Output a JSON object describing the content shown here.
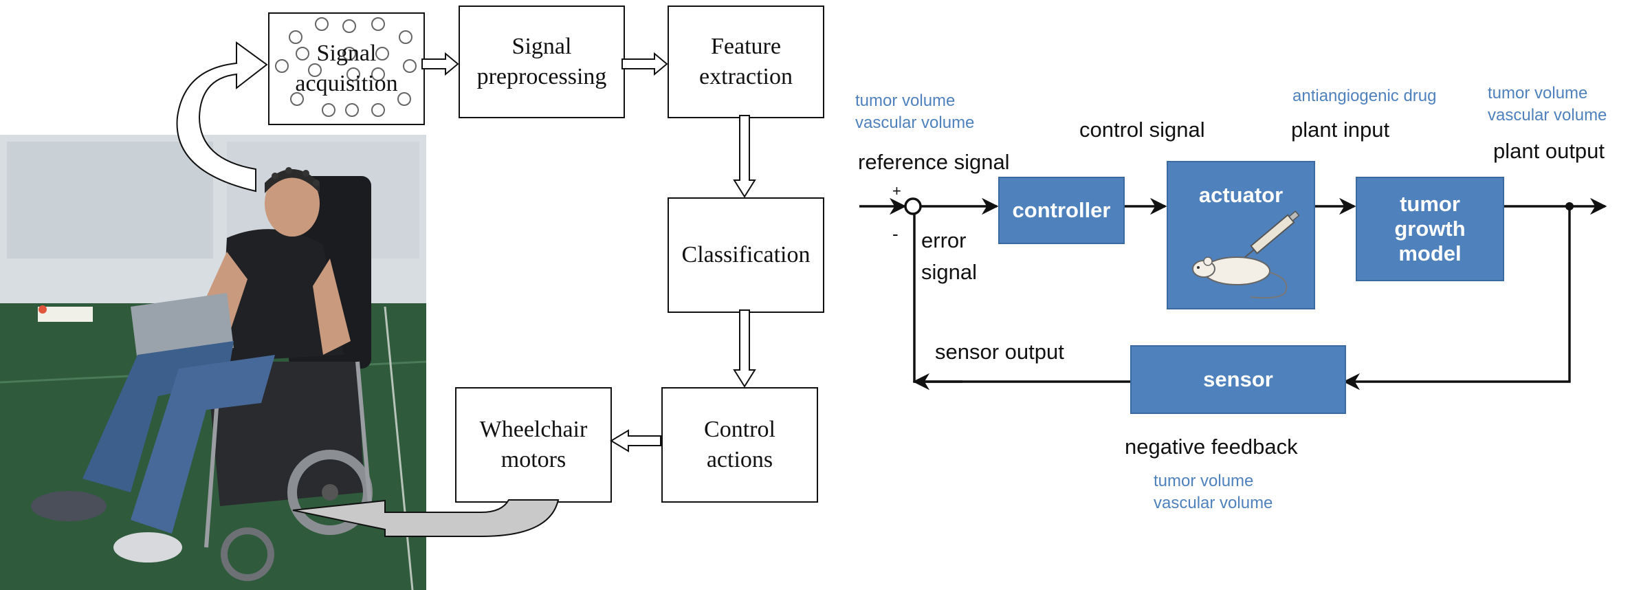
{
  "bci_pipeline": {
    "signal_acquisition": "Signal\nacquisition",
    "signal_preprocessing": "Signal\npreprocessing",
    "feature_extraction": "Feature\nextraction",
    "classification": "Classification",
    "control_actions": "Control\nactions",
    "wheelchair_motors": "Wheelchair\nmotors"
  },
  "control_loop": {
    "blocks": {
      "controller": "controller",
      "actuator": "actuator",
      "plant": "tumor\ngrowth\nmodel",
      "sensor": "sensor"
    },
    "labels": {
      "reference_signal": "reference signal",
      "control_signal": "control signal",
      "plant_input": "plant input",
      "plant_output": "plant output",
      "error_signal": "error\nsignal",
      "sensor_output": "sensor output",
      "negative_feedback": "negative feedback",
      "plus": "+",
      "minus": "-"
    },
    "annotations": {
      "reference": "tumor volume\nvascular volume",
      "plant_input": "antiangiogenic drug",
      "plant_output": "tumor volume\nvascular volume",
      "feedback": "tumor volume\nvascular volume"
    }
  },
  "colors": {
    "block_fill": "#4f81bd",
    "annotation_text": "#4f81bd"
  }
}
